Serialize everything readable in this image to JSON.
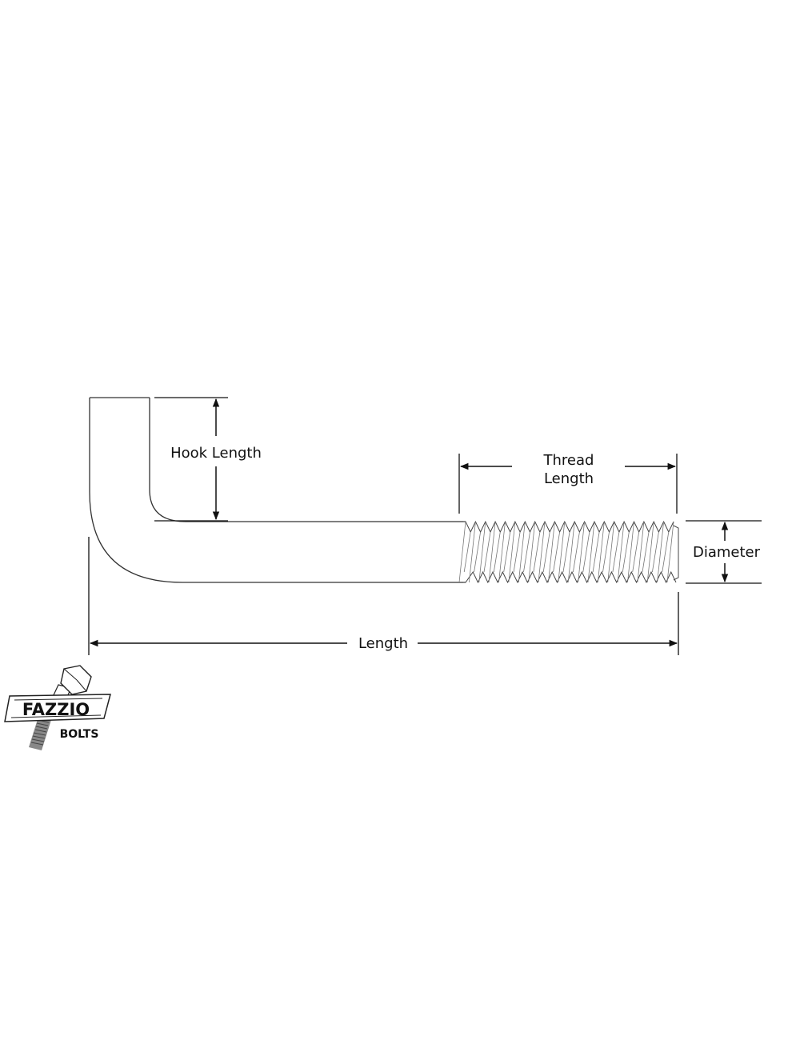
{
  "diagram": {
    "subject": "L-shaped anchor bolt (hook bolt) dimension diagram",
    "labels": {
      "hook_length": "Hook Length",
      "thread_length_line1": "Thread",
      "thread_length_line2": "Length",
      "diameter": "Diameter",
      "length": "Length"
    },
    "colors": {
      "line": "#111111",
      "outline": "#333333",
      "thread": "#555555",
      "background": "#ffffff"
    }
  },
  "logo": {
    "brand": "FAZZIO",
    "sub": "BOLTS"
  }
}
